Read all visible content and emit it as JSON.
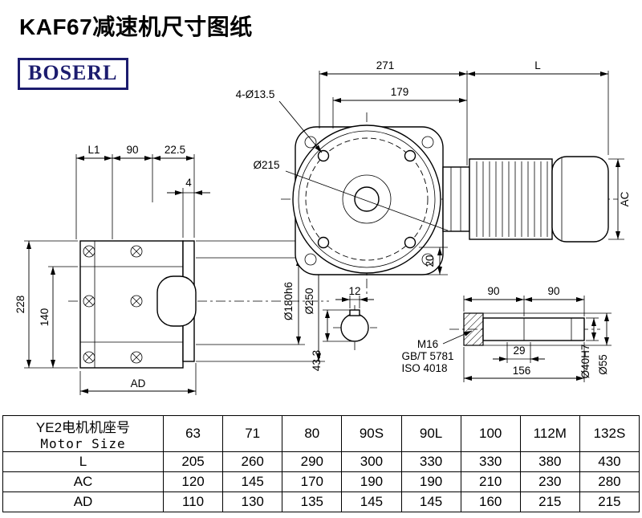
{
  "page": {
    "title": "KAF67减速机尺寸图纸",
    "brand": "BOSERL"
  },
  "dims": {
    "side": {
      "l1": "L1",
      "w90": "90",
      "w225": "22.5",
      "t4": "4",
      "h228": "228",
      "h140": "140",
      "ad": "AD",
      "d180": "Ø180h6",
      "d250": "Ø250"
    },
    "front": {
      "len271": "271",
      "len179": "179",
      "l": "L",
      "holes": "4-Ø13.5",
      "d215": "Ø215",
      "ac": "AC",
      "h20": "20"
    },
    "section": {
      "kw12": "12",
      "kd433": "43.3"
    },
    "shaft": {
      "s90a": "90",
      "s90b": "90",
      "m16": "M16",
      "gb": "GB/T 5781",
      "iso": "ISO 4018",
      "l29": "29",
      "l156": "156",
      "d40": "Ø40H7",
      "d55": "Ø55"
    }
  },
  "table": {
    "header": {
      "cn": "YE2电机机座号",
      "en": "Motor Size"
    },
    "sizes": [
      "63",
      "71",
      "80",
      "90S",
      "90L",
      "100",
      "112M",
      "132S"
    ],
    "rows": [
      {
        "label": "L",
        "values": [
          "205",
          "260",
          "290",
          "300",
          "330",
          "330",
          "380",
          "430"
        ]
      },
      {
        "label": "AC",
        "values": [
          "120",
          "145",
          "170",
          "190",
          "190",
          "210",
          "230",
          "280"
        ]
      },
      {
        "label": "AD",
        "values": [
          "110",
          "130",
          "135",
          "145",
          "145",
          "160",
          "215",
          "215"
        ]
      }
    ]
  }
}
